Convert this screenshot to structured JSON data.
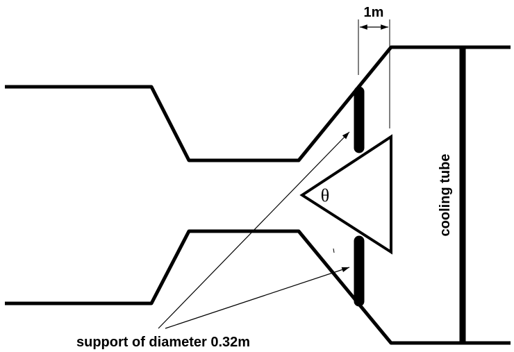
{
  "labels": {
    "dimension": "1m",
    "angle": "θ",
    "cooling_tube": "cooling tube",
    "support": "support of diameter 0.32m"
  },
  "colors": {
    "stroke": "#000000",
    "background": "#ffffff"
  }
}
